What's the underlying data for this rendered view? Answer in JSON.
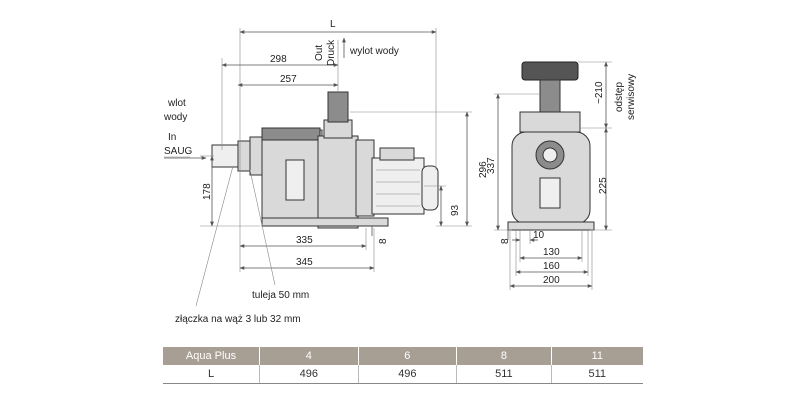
{
  "labels": {
    "inlet_line1": "wlot",
    "inlet_line2": "wody",
    "inlet_in": "In",
    "inlet_saug": "SAUG",
    "outlet": "wylot wody",
    "out_line1": "Out",
    "out_line2": "Druck",
    "sleeve": "tuleja 50 mm",
    "connector": "złączka na wąż 3 lub 32 mm",
    "service_line1": "odstęp",
    "service_line2": "serwisowy"
  },
  "dimensions": {
    "L": "L",
    "d298": "298",
    "d257": "257",
    "d178": "178",
    "d296": "296",
    "d93": "93",
    "d8_side": "8",
    "d335": "335",
    "d345": "345",
    "d337": "337",
    "d210": "~210",
    "d225": "225",
    "d8_front": "8",
    "d10": "10",
    "d130": "130",
    "d160": "160",
    "d200": "200"
  },
  "table": {
    "model_label": "Aqua Plus",
    "models": [
      "4",
      "6",
      "8",
      "11"
    ],
    "row_label": "L",
    "lengths": [
      "496",
      "496",
      "511",
      "511"
    ]
  }
}
